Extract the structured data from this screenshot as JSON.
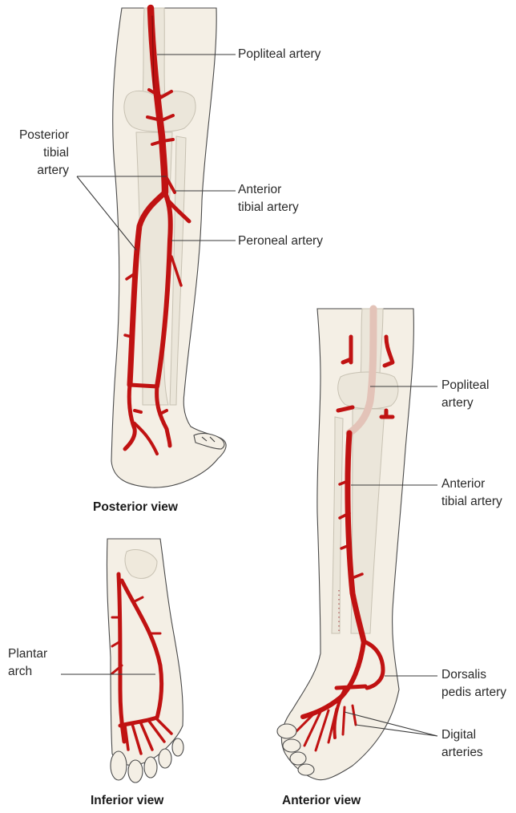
{
  "labels": {
    "popliteal_artery_posterior": "Popliteal artery",
    "posterior_tibial_1": "Posterior",
    "posterior_tibial_2": "tibial",
    "posterior_tibial_3": "artery",
    "anterior_tibial_posterior_1": "Anterior",
    "anterior_tibial_posterior_2": "tibial artery",
    "peroneal_artery": "Peroneal artery",
    "popliteal_artery_anterior_1": "Popliteal",
    "popliteal_artery_anterior_2": "artery",
    "anterior_tibial_anterior_1": "Anterior",
    "anterior_tibial_anterior_2": "tibial artery",
    "plantar_arch_1": "Plantar",
    "plantar_arch_2": "arch",
    "dorsalis_pedis_1": "Dorsalis",
    "dorsalis_pedis_2": "pedis artery",
    "digital_arteries_1": "Digital",
    "digital_arteries_2": "arteries"
  },
  "captions": {
    "posterior_view": "Posterior view",
    "inferior_view": "Inferior view",
    "anterior_view": "Anterior view"
  },
  "colors": {
    "artery": "#c01212",
    "skin": "#f4efe5",
    "bone": "#ebe6da",
    "outline": "#4a4a4a"
  }
}
